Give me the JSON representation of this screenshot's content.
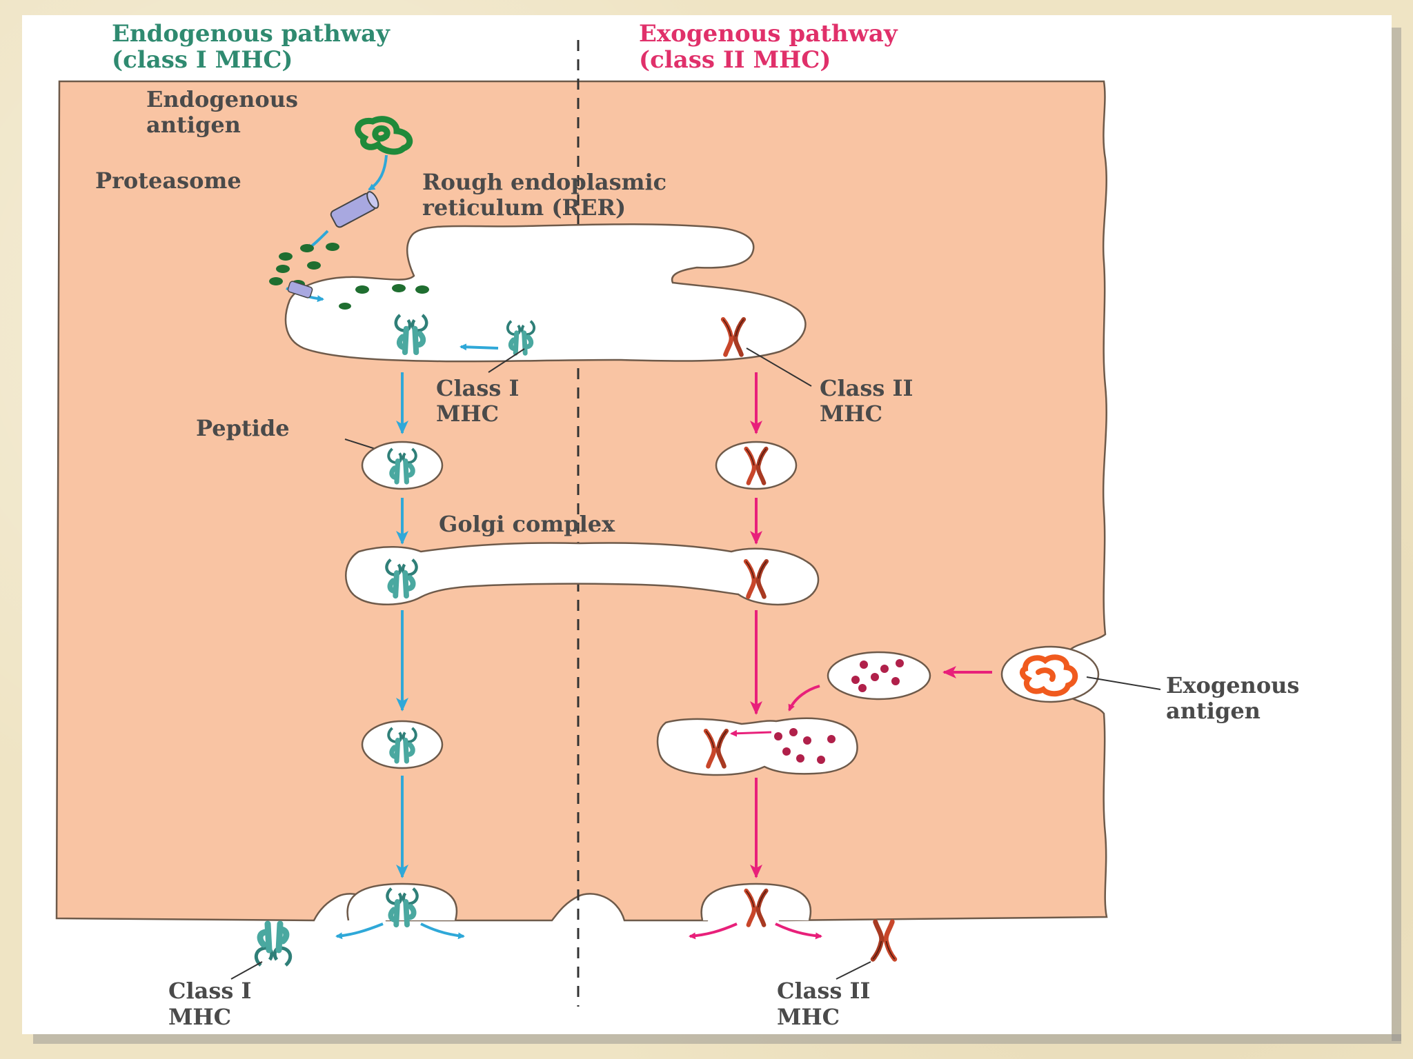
{
  "titles": {
    "left_line1": "Endogenous pathway",
    "left_line2": "(class I MHC)",
    "right_line1": "Exogenous pathway",
    "right_line2": "(class II MHC)"
  },
  "labels": {
    "endogenous_antigen_1": "Endogenous",
    "endogenous_antigen_2": "antigen",
    "proteasome": "Proteasome",
    "rer_1": "Rough endoplasmic",
    "rer_2": "reticulum (RER)",
    "class1_inner_1": "Class I",
    "class1_inner_2": "MHC",
    "class2_inner_1": "Class II",
    "class2_inner_2": "MHC",
    "peptide": "Peptide",
    "golgi": "Golgi complex",
    "exogenous_antigen_1": "Exogenous",
    "exogenous_antigen_2": "antigen",
    "class1_bottom_1": "Class I",
    "class1_bottom_2": "MHC",
    "class2_bottom_1": "Class II",
    "class2_bottom_2": "MHC"
  },
  "colors": {
    "cell": "#f9c4a3",
    "panel": "#ffffff",
    "endogenous_arrow": "#2fa8d8",
    "exogenous_arrow": "#e8207a",
    "class1_mhc": "#4aa8a0",
    "class2_mhc": "#c8462a",
    "antigen_green": "#1f8a3a",
    "exogenous_antigen": "#f05a1e",
    "peptide_dots": "#b0204a",
    "proteasome": "#a8a8e0"
  }
}
